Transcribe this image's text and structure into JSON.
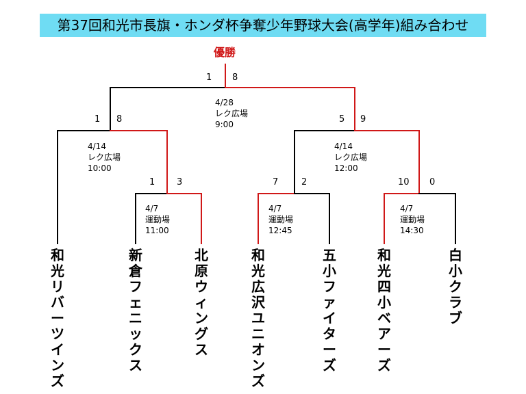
{
  "title": "第37回和光市長旗・ホンダ杯争奪少年野球大会(高学年)組み合わせ",
  "champion_label": "優勝",
  "colors": {
    "winner_line": "#d01818",
    "loser_line": "#000000",
    "title_bg": "#6fdcf3"
  },
  "teams": [
    "和光リバーツインズ",
    "新倉フェニックス",
    "北原ウィングス",
    "和光広沢ユニオンズ",
    "五小ファイターズ",
    "和光四小ベアーズ",
    "白小クラブ"
  ],
  "matches": {
    "r1_a": {
      "date": "4/7",
      "venue": "運動場",
      "time": "11:00",
      "score_left": "1",
      "score_right": "3"
    },
    "r1_b": {
      "date": "4/7",
      "venue": "運動場",
      "time": "12:45",
      "score_left": "7",
      "score_right": "2"
    },
    "r1_c": {
      "date": "4/7",
      "venue": "運動場",
      "time": "14:30",
      "score_left": "10",
      "score_right": "0"
    },
    "semi_left": {
      "date": "4/14",
      "venue": "レク広場",
      "time": "10:00",
      "score_left": "1",
      "score_right": "8"
    },
    "semi_right": {
      "date": "4/14",
      "venue": "レク広場",
      "time": "12:00",
      "score_left": "5",
      "score_right": "9"
    },
    "final": {
      "date": "4/28",
      "venue": "レク広場",
      "time": "9:00",
      "score_left": "1",
      "score_right": "8"
    }
  }
}
